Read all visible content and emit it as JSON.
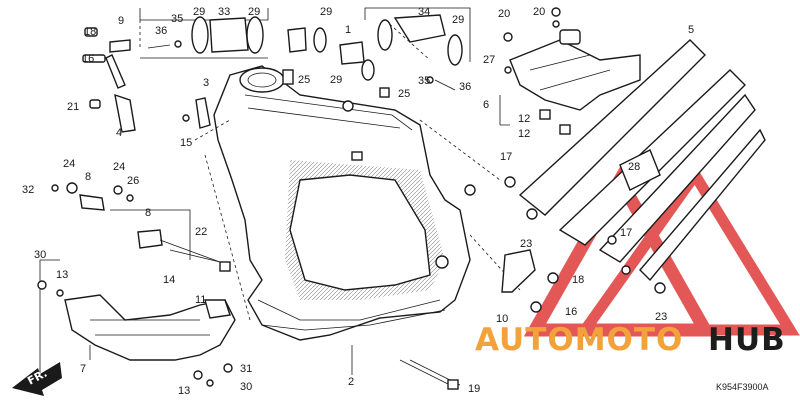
{
  "diagram": {
    "code": "K954F3900A",
    "callouts": {
      "c1": "1",
      "c2": "2",
      "c3": "3",
      "c4": "4",
      "c5": "5",
      "c6": "6",
      "c7": "7",
      "c8a": "8",
      "c8b": "8",
      "c9": "9",
      "c10": "10",
      "c11": "11",
      "c12a": "12",
      "c12b": "12",
      "c13a": "13",
      "c13b": "13",
      "c14": "14",
      "c15": "15",
      "c16a": "16",
      "c16b": "16",
      "c17a": "17",
      "c17b": "17",
      "c18a": "18",
      "c18b": "18",
      "c19": "19",
      "c20a": "20",
      "c20b": "20",
      "c21": "21",
      "c22": "22",
      "c23a": "23",
      "c23b": "23",
      "c24a": "24",
      "c24b": "24",
      "c25a": "25",
      "c25b": "25",
      "c26": "26",
      "c27": "27",
      "c28": "28",
      "c29a": "29",
      "c29b": "29",
      "c29c": "29",
      "c29d": "29",
      "c29e": "29",
      "c30a": "30",
      "c30b": "30",
      "c31": "31",
      "c32": "32",
      "c33": "33",
      "c34": "34",
      "c35a": "35",
      "c35b": "35",
      "c36a": "36",
      "c36b": "36"
    },
    "direction_label": "FR."
  },
  "watermark": {
    "part1": "AUTOMOTO",
    "part2": "HUB",
    "accent_color": "#f2a23a",
    "triangle_color": "#e03a3a"
  }
}
